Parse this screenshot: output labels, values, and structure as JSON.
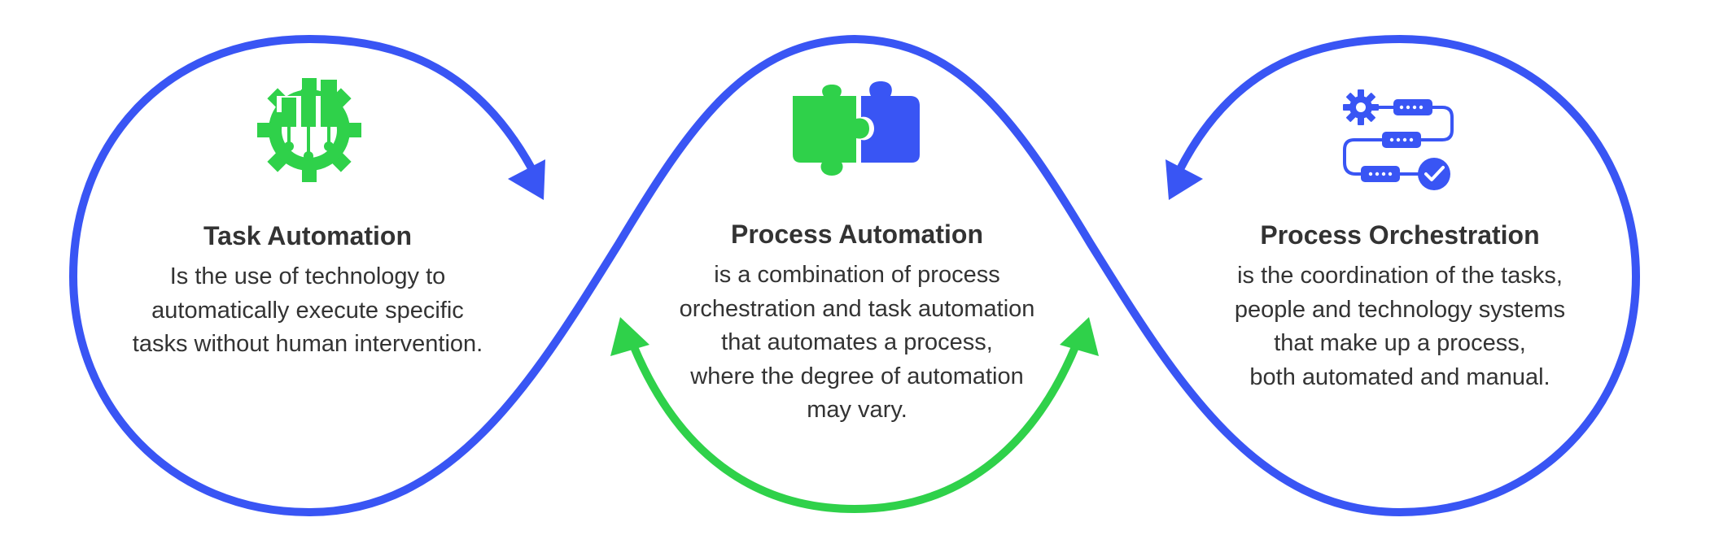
{
  "colors": {
    "blue": "#3955F4",
    "green": "#2FD14A",
    "text": "#333333",
    "background": "#FFFFFF"
  },
  "blocks": {
    "task": {
      "title": "Task Automation",
      "lines": [
        "Is the use of technology to",
        "automatically execute specific",
        "tasks without human intervention."
      ],
      "icon": "gear-chart-icon"
    },
    "process": {
      "title": "Process Automation",
      "lines": [
        "is a combination of process",
        "orchestration and task automation",
        "that automates a process,",
        "where the degree of automation",
        "may vary."
      ],
      "icon": "puzzle-icon"
    },
    "orchestration": {
      "title": "Process Orchestration",
      "lines": [
        "is the coordination of the tasks,",
        "people and technology systems",
        "that make up a process,",
        "both automated and manual."
      ],
      "icon": "workflow-icon"
    }
  }
}
